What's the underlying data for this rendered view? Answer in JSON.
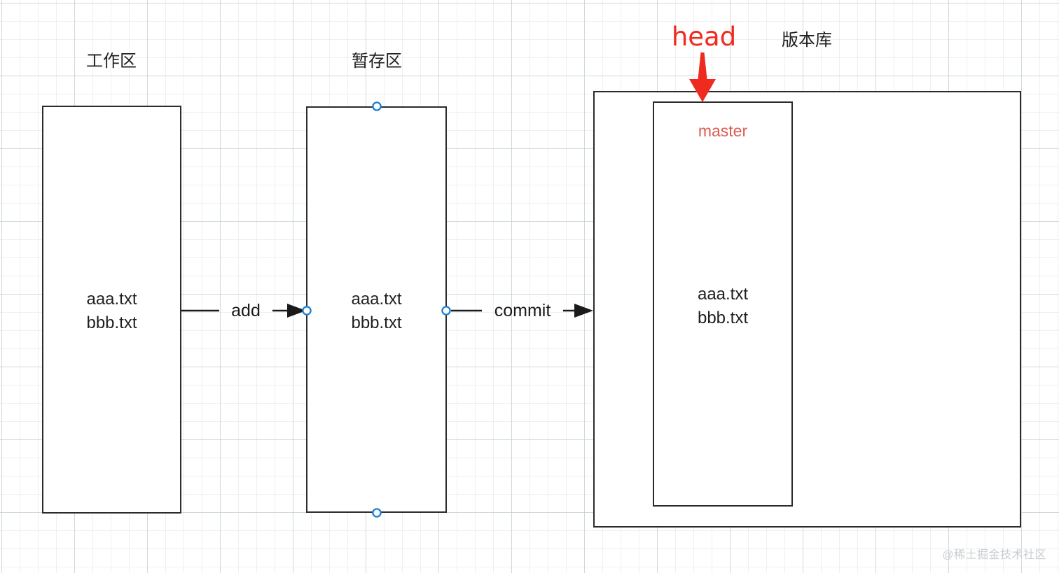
{
  "diagram": {
    "title_zones": {
      "working": "工作区",
      "staging": "暂存区",
      "repository": "版本库"
    },
    "boxes": [
      {
        "id": "working-area",
        "caption": "工作区",
        "files": [
          "aaa.txt",
          "bbb.txt"
        ]
      },
      {
        "id": "staging-area",
        "caption": "暂存区",
        "files": [
          "aaa.txt",
          "bbb.txt"
        ]
      },
      {
        "id": "repository",
        "caption": "版本库",
        "files": []
      },
      {
        "id": "master-branch",
        "caption": "master",
        "files": [
          "aaa.txt",
          "bbb.txt"
        ]
      }
    ],
    "edges": [
      {
        "id": "edge-add",
        "label": "add",
        "from": "working-area",
        "to": "staging-area"
      },
      {
        "id": "edge-commit",
        "label": "commit",
        "from": "staging-area",
        "to": "repository"
      }
    ],
    "pointer": {
      "label": "head",
      "target": "master-branch",
      "direction": "down"
    },
    "branch": {
      "label": "master"
    },
    "files": {
      "line1": "aaa.txt",
      "line2": "bbb.txt"
    },
    "colors": {
      "head_red": "#EE2B1E",
      "master_red": "#DE5B51",
      "box_stroke": "#2b2b2b",
      "grid_line": "#b0c0bc",
      "handle_blue": "#1B7FD4",
      "watermark": "#c9cdd1",
      "background": "#ffffff"
    },
    "handles": [
      {
        "id": "handle-staging-top",
        "shape": "circle",
        "color": "#1B7FD4"
      },
      {
        "id": "handle-staging-bottom",
        "shape": "circle",
        "color": "#1B7FD4"
      },
      {
        "id": "handle-add-end",
        "shape": "circle",
        "color": "#1B7FD4"
      },
      {
        "id": "handle-commit-start",
        "shape": "circle",
        "color": "#1B7FD4"
      }
    ],
    "watermark": "@稀土掘金技术社区"
  }
}
